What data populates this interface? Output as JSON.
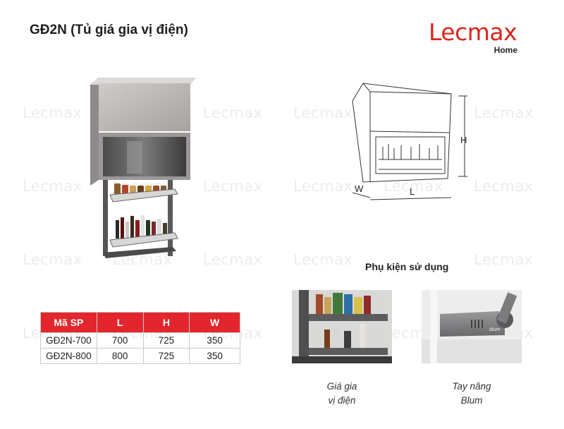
{
  "product": {
    "title": "GĐ2N (Tủ giá gia vị điện)"
  },
  "brand": {
    "name": "Lecmax",
    "subtitle": "Home",
    "color": "#d9261c"
  },
  "watermark": {
    "text": "Lecmax"
  },
  "diagram": {
    "height_label": "H",
    "width_label": "W",
    "length_label": "L"
  },
  "accessories": {
    "heading": "Phụ kiện sử dụng",
    "items": [
      {
        "caption_line1": "Giá gia",
        "caption_line2": "vị điện"
      },
      {
        "caption_line1": "Tay nâng",
        "caption_line2": "Blum"
      }
    ],
    "lift_brand_text": "blum"
  },
  "spec_table": {
    "header_color": "#e3262d",
    "headers": [
      "Mã SP",
      "L",
      "H",
      "W"
    ],
    "rows": [
      [
        "GĐ2N-700",
        "700",
        "725",
        "350"
      ],
      [
        "GĐ2N-800",
        "800",
        "725",
        "350"
      ]
    ]
  }
}
